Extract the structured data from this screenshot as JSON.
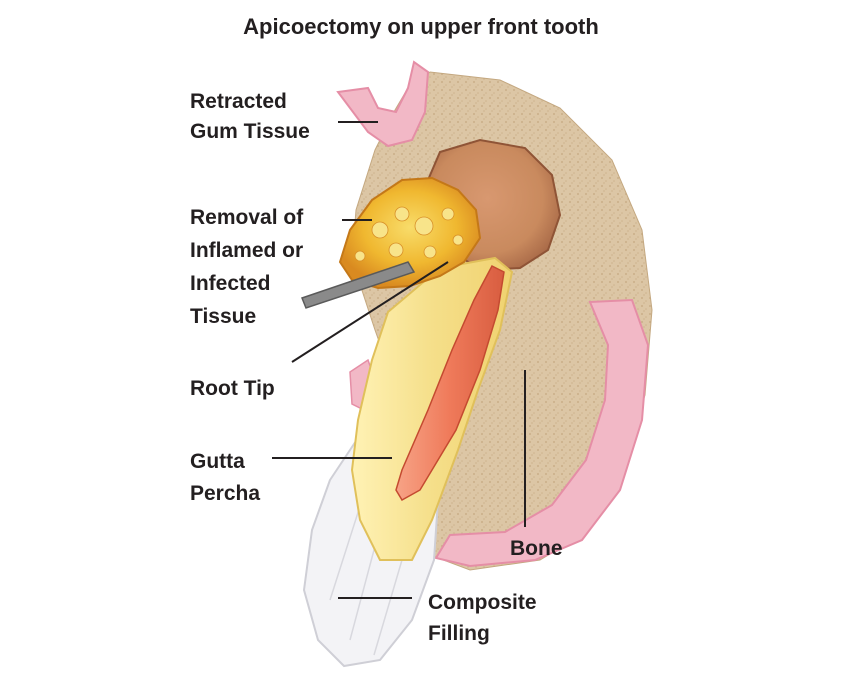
{
  "title": "Apicoectomy on upper front tooth",
  "labels": {
    "retracted_gum": [
      "Retracted",
      "Gum Tissue"
    ],
    "removal": [
      "Removal of",
      "Inflamed or",
      "Infected",
      "Tissue"
    ],
    "root_tip": "Root Tip",
    "gutta_percha": [
      "Gutta",
      "Percha"
    ],
    "bone": "Bone",
    "composite_filling": [
      "Composite",
      "Filling"
    ]
  },
  "colors": {
    "bone": "#dcc6a5",
    "bone_dark": "#c4a880",
    "gum": "#f2b8c6",
    "gum_dark": "#e58ea6",
    "cavity": "#c98a5e",
    "cavity_dark": "#a96a48",
    "infected_tissue": "#f0b830",
    "root_dentin": "#f5df8a",
    "gutta_percha": "#ef7a5a",
    "enamel": "#f3f3f6",
    "instrument": "#7a7a7a"
  }
}
